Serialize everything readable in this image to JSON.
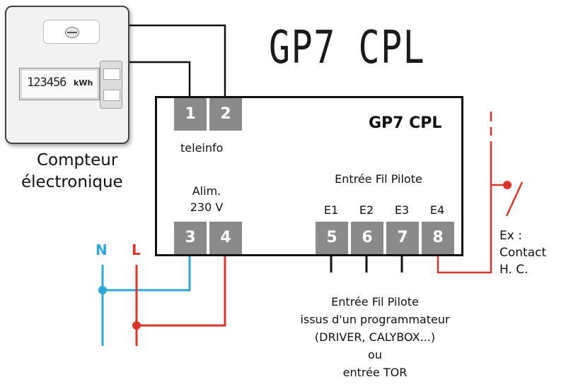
{
  "title": "GP7 CPL",
  "meter": {
    "reading": "123456",
    "unit": "kWh",
    "label_line1": "Compteur",
    "label_line2": "électronique"
  },
  "module": {
    "name": "GP7 CPL",
    "teleinfo_label": "teleinfo",
    "alim_line1": "Alim.",
    "alim_line2": "230 V",
    "fil_pilote_label": "Entrée Fil Pilote",
    "inputs": [
      "E1",
      "E2",
      "E3",
      "E4"
    ],
    "terminals": [
      "1",
      "2",
      "3",
      "4",
      "5",
      "6",
      "7",
      "8"
    ]
  },
  "power": {
    "neutral": "N",
    "line": "L"
  },
  "contact": {
    "line1": "Ex :",
    "line2": "Contact",
    "line3": "H. C."
  },
  "note": {
    "line1": "Entrée Fil Pilote",
    "line2": "issus d'un programmateur",
    "line3": "(DRIVER, CALYBOX...)",
    "line4": "ou",
    "line5": "entrée TOR"
  },
  "colors": {
    "neutral": "#2ca8dc",
    "line": "#d9352a",
    "terminal": "#8a8a8a",
    "signal": "#111111"
  }
}
